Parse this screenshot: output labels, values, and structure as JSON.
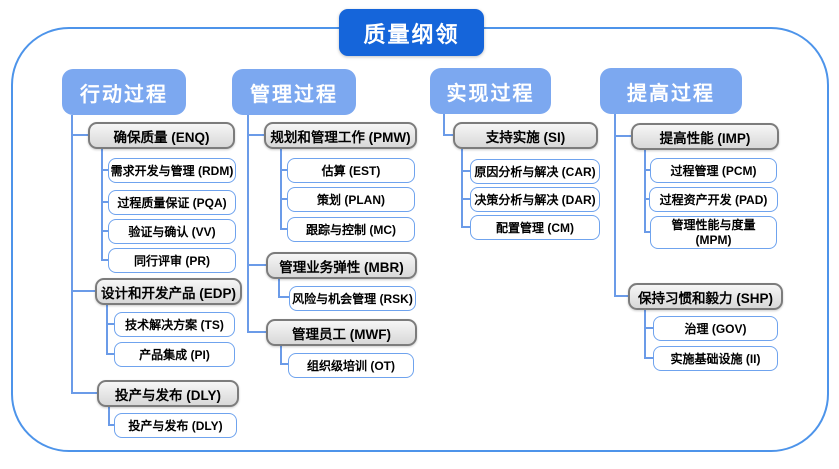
{
  "title": "质量纲领",
  "colors": {
    "title_bg": "#1565da",
    "header_bg": "#7ca8f0",
    "connector": "#6b9be8",
    "white_border": "#6fa3ee",
    "gray_border": "#7c7c7c",
    "frame_border": "#4d94ea"
  },
  "columns": [
    {
      "label": "行动过程",
      "groups": [
        {
          "label": "确保质量 (ENQ)",
          "children": [
            "需求开发与管理 (RDM)",
            "过程质量保证 (PQA)",
            "验证与确认 (VV)",
            "同行评审 (PR)"
          ]
        },
        {
          "label": "设计和开发产品 (EDP)",
          "children": [
            "技术解决方案 (TS)",
            "产品集成 (PI)"
          ]
        },
        {
          "label": "投产与发布 (DLY)",
          "children": [
            "投产与发布 (DLY)"
          ]
        }
      ]
    },
    {
      "label": "管理过程",
      "groups": [
        {
          "label": "规划和管理工作 (PMW)",
          "children": [
            "估算 (EST)",
            "策划 (PLAN)",
            "跟踪与控制 (MC)"
          ]
        },
        {
          "label": "管理业务弹性 (MBR)",
          "children": [
            "风险与机会管理 (RSK)"
          ]
        },
        {
          "label": "管理员工 (MWF)",
          "children": [
            "组织级培训 (OT)"
          ]
        }
      ]
    },
    {
      "label": "实现过程",
      "groups": [
        {
          "label": "支持实施 (SI)",
          "children": [
            "原因分析与解决 (CAR)",
            "决策分析与解决 (DAR)",
            "配置管理 (CM)"
          ]
        }
      ]
    },
    {
      "label": "提高过程",
      "groups": [
        {
          "label": "提高性能 (IMP)",
          "children": [
            "过程管理 (PCM)",
            "过程资产开发 (PAD)",
            "管理性能与度量 (MPM)"
          ]
        },
        {
          "label": "保持习惯和毅力 (SHP)",
          "children": [
            "治理 (GOV)",
            "实施基础设施 (II)"
          ]
        }
      ]
    }
  ]
}
